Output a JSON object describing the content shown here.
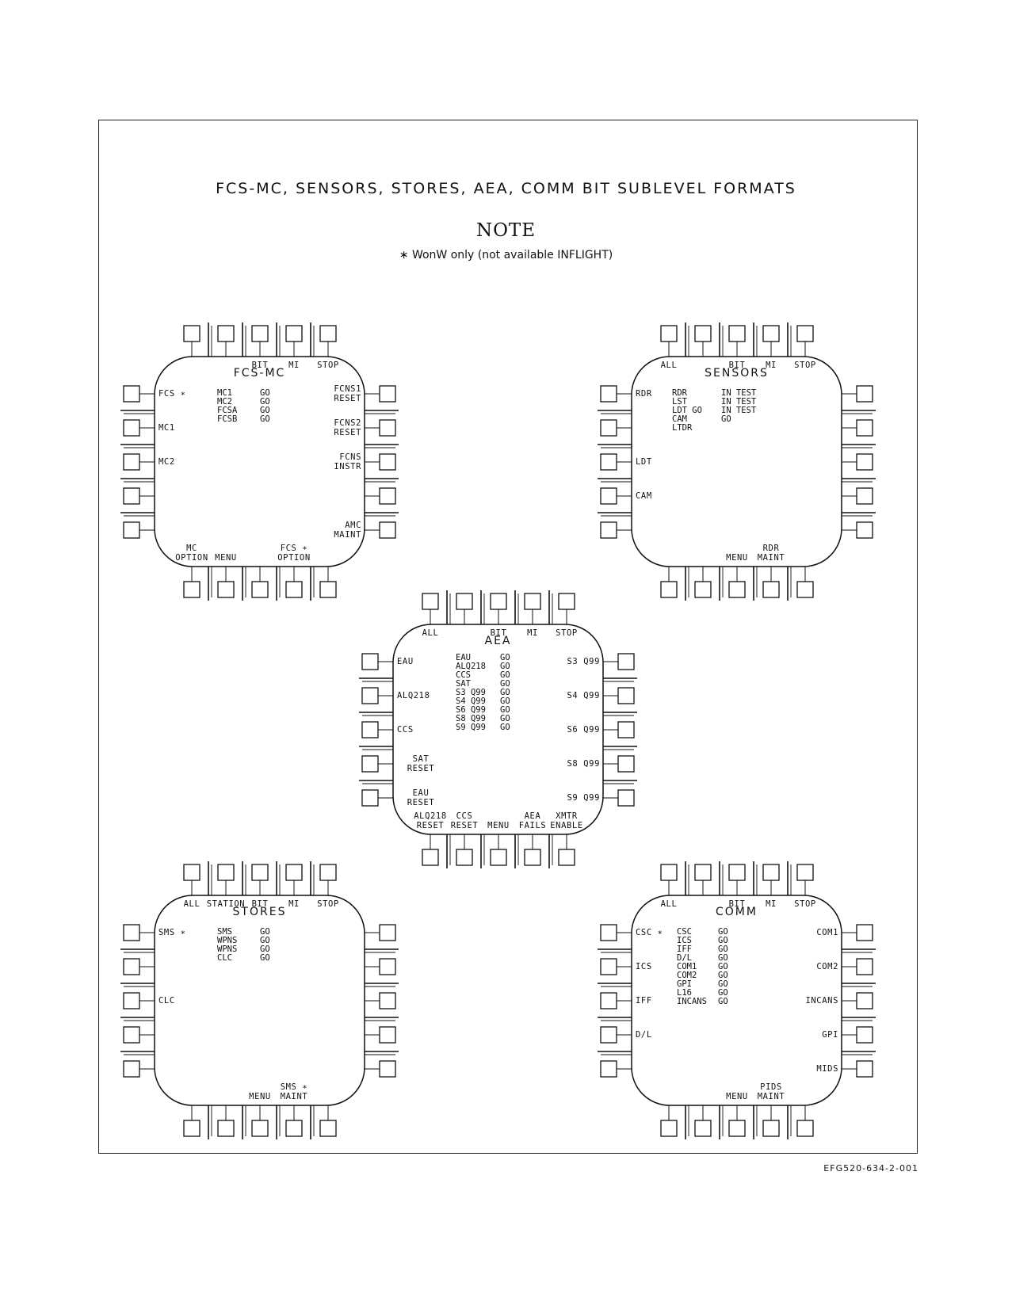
{
  "header": {
    "title": "FCS-MC, SENSORS, STORES, AEA, COMM BIT SUBLEVEL FORMATS",
    "note_heading": "NOTE",
    "note_text": "∗  WonW only (not available INFLIGHT)",
    "figure_id": "EFG520-634-2-001"
  },
  "displays": [
    {
      "id": "fcs-mc",
      "title": "FCS-MC",
      "top": [
        "",
        "",
        "BIT",
        "MI",
        "STOP"
      ],
      "left": [
        "FCS ∗",
        "MC1",
        "MC2",
        "",
        ""
      ],
      "right": [
        "FCNS1\nRESET",
        "FCNS2\nRESET",
        "FCNS\nINSTR",
        "",
        "AMC\nMAINT"
      ],
      "bottom": [
        "MC\nOPTION",
        "MENU",
        "",
        "FCS ∗\nOPTION",
        ""
      ],
      "status": [
        [
          "MC1",
          "GO"
        ],
        [
          "MC2",
          "GO"
        ],
        [
          "FCSA",
          "GO"
        ],
        [
          "FCSB",
          "GO"
        ]
      ]
    },
    {
      "id": "sensors",
      "title": "SENSORS",
      "top": [
        "ALL",
        "",
        "BIT",
        "MI",
        "STOP"
      ],
      "left": [
        "RDR",
        "",
        "LDT",
        "CAM",
        ""
      ],
      "right": [
        "",
        "",
        "",
        "",
        ""
      ],
      "bottom": [
        "",
        "",
        "MENU",
        "RDR\nMAINT",
        ""
      ],
      "status": [
        [
          "RDR",
          "IN TEST"
        ],
        [
          "LST",
          "IN TEST"
        ],
        [
          "LDT GO",
          "IN TEST"
        ],
        [
          "CAM",
          "GO"
        ],
        [
          "LTDR",
          ""
        ]
      ]
    },
    {
      "id": "aea",
      "title": "AEA",
      "top": [
        "ALL",
        "",
        "BIT",
        "MI",
        "STOP"
      ],
      "left": [
        "EAU",
        "ALQ218",
        "CCS",
        "SAT\nRESET",
        "EAU\nRESET"
      ],
      "right": [
        "S3 Q99",
        "S4 Q99",
        "S6 Q99",
        "S8 Q99",
        "S9 Q99"
      ],
      "bottom": [
        "ALQ218\nRESET",
        "CCS\nRESET",
        "MENU",
        "AEA\nFAILS",
        "XMTR\nENABLE"
      ],
      "status": [
        [
          "EAU",
          "GO"
        ],
        [
          "ALQ218",
          "GO"
        ],
        [
          "CCS",
          "GO"
        ],
        [
          "SAT",
          "GO"
        ],
        [
          "S3 Q99",
          "GO"
        ],
        [
          "S4 Q99",
          "GO"
        ],
        [
          "S6 Q99",
          "GO"
        ],
        [
          "S8 Q99",
          "GO"
        ],
        [
          "S9 Q99",
          "GO"
        ]
      ]
    },
    {
      "id": "stores",
      "title": "STORES",
      "top": [
        "ALL",
        "STATION",
        "BIT",
        "MI",
        "STOP"
      ],
      "left": [
        "SMS ∗",
        "",
        "CLC",
        "",
        ""
      ],
      "right": [
        "",
        "",
        "",
        "",
        ""
      ],
      "bottom": [
        "",
        "",
        "MENU",
        "SMS ∗\nMAINT",
        ""
      ],
      "status": [
        [
          "SMS",
          "GO"
        ],
        [
          "WPNS",
          "GO"
        ],
        [
          "WPNS",
          "GO"
        ],
        [
          "CLC",
          "GO"
        ]
      ]
    },
    {
      "id": "comm",
      "title": "COMM",
      "top": [
        "ALL",
        "",
        "BIT",
        "MI",
        "STOP"
      ],
      "left": [
        "CSC ∗",
        "ICS",
        "IFF",
        "D/L",
        ""
      ],
      "right": [
        "COM1",
        "COM2",
        "INCANS",
        "GPI",
        "MIDS"
      ],
      "bottom": [
        "",
        "",
        "MENU",
        "PIDS\nMAINT",
        ""
      ],
      "status": [
        [
          "CSC",
          "GO"
        ],
        [
          "ICS",
          "GO"
        ],
        [
          "IFF",
          "GO"
        ],
        [
          "D/L",
          "GO"
        ],
        [
          "COM1",
          "GO"
        ],
        [
          "COM2",
          "GO"
        ],
        [
          "GPI",
          "GO"
        ],
        [
          "L16",
          "GO"
        ],
        [
          "INCANS",
          "GO"
        ]
      ]
    }
  ]
}
